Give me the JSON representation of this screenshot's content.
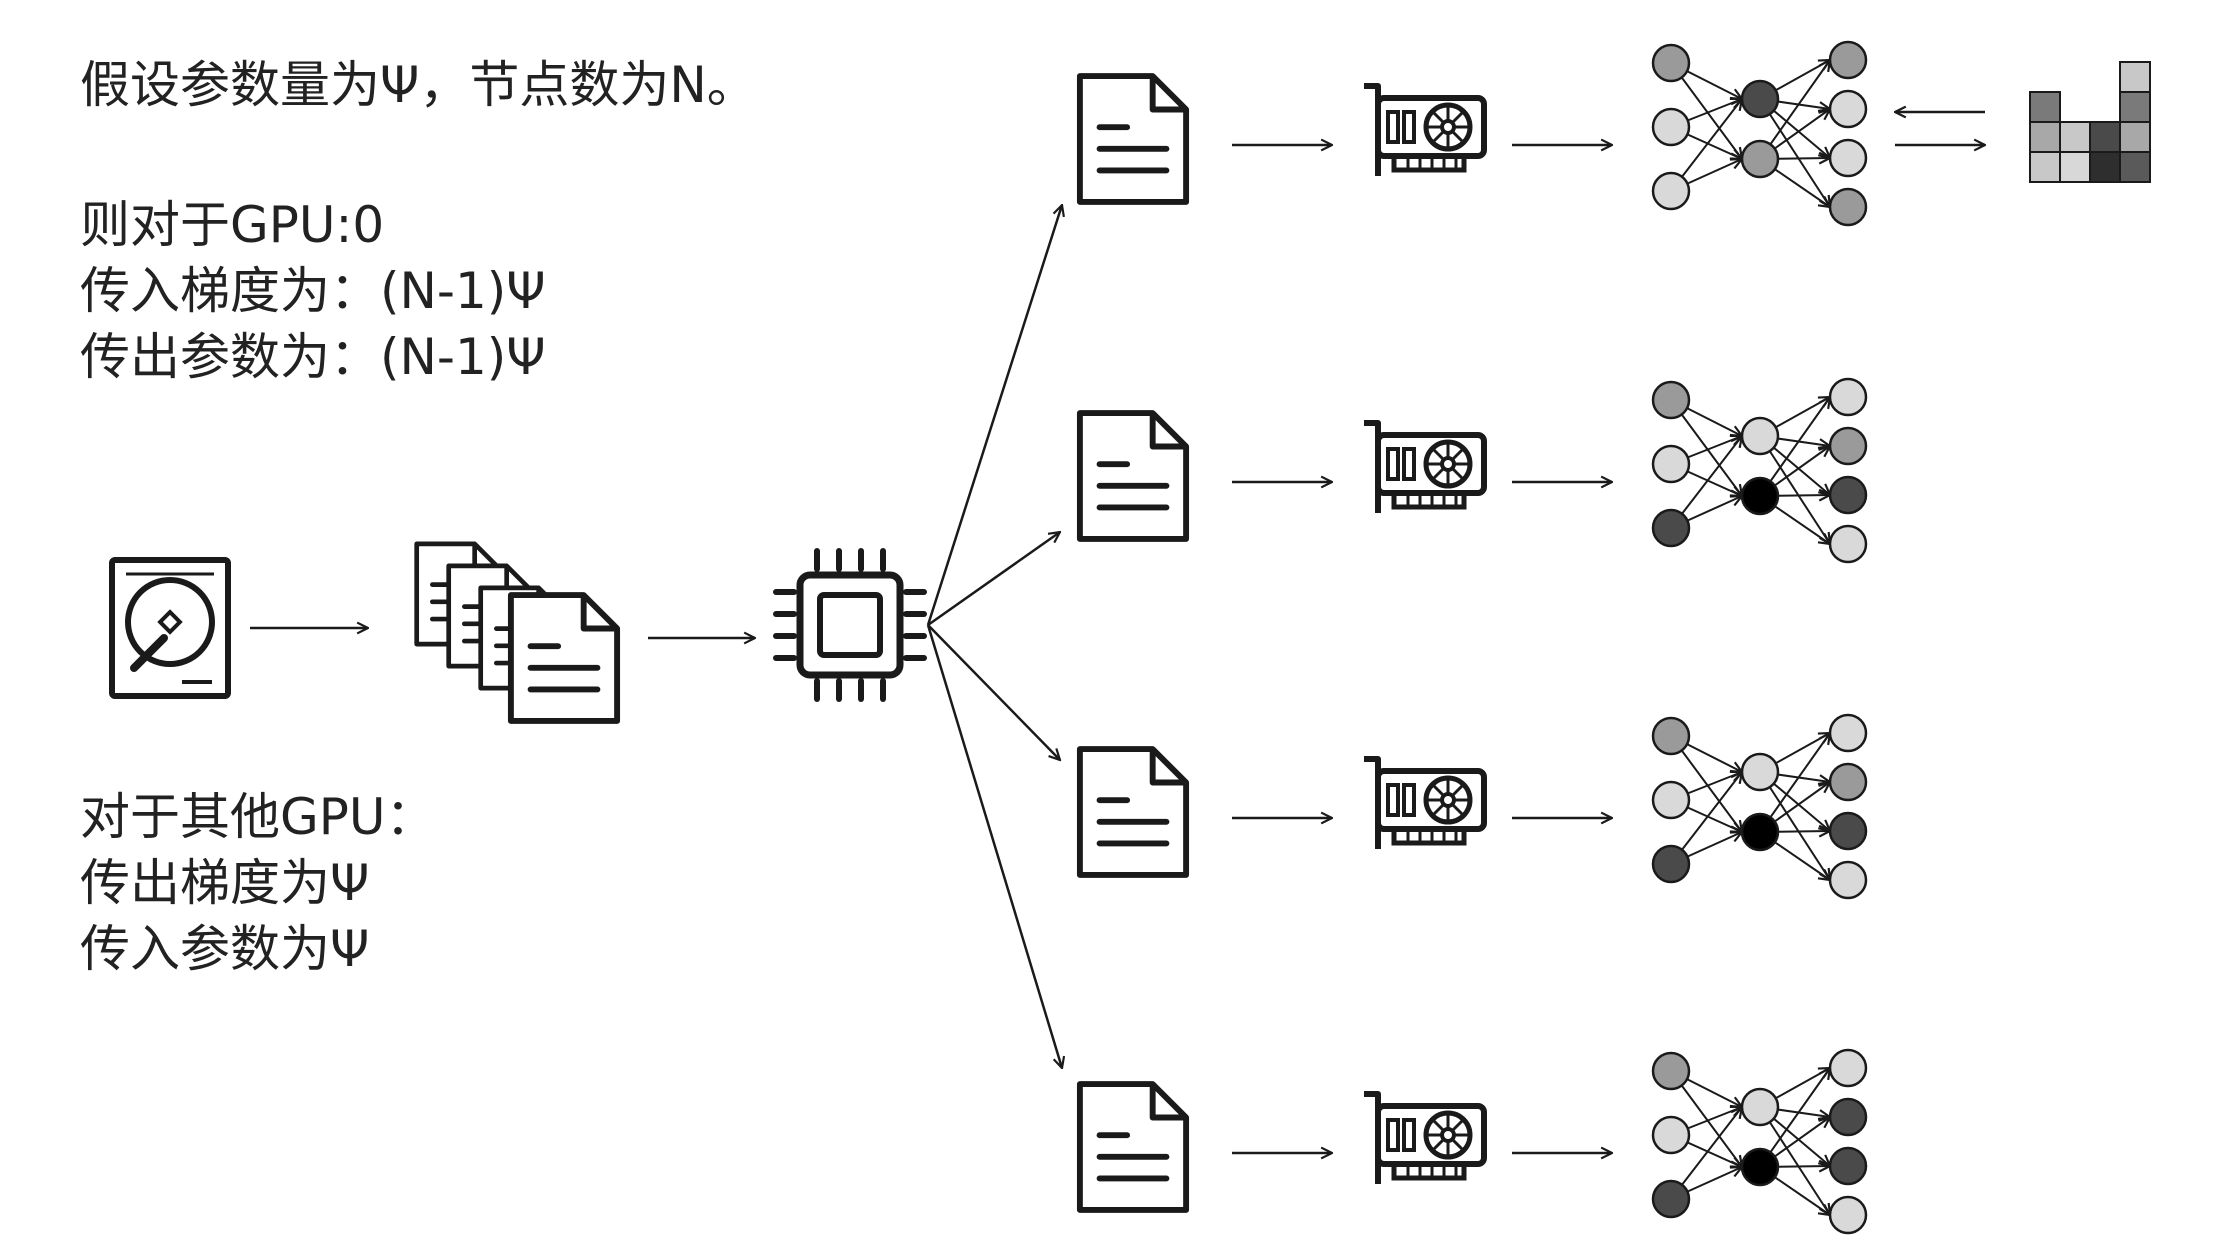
{
  "text_top": {
    "line1": "假设参数量为Ψ，节点数为N。",
    "line2": "则对于GPU:0",
    "line3": "传入梯度为：(N-1)Ψ",
    "line4": "传出参数为：(N-1)Ψ"
  },
  "text_bottom": {
    "line1": "对于其他GPU：",
    "line2": "传出梯度为Ψ",
    "line3": "传入参数为Ψ"
  },
  "icons": {
    "storage": "hard-drive-icon",
    "batches": "document-stack-icon",
    "host": "cpu-chip-icon",
    "shard": "document-icon",
    "device": "gpu-card-icon",
    "model": "neural-network-icon",
    "aggregate": "bar-blocks-icon"
  },
  "colors": {
    "stroke": "#1a1a1a",
    "node_light": "#d9d9d9",
    "node_mid": "#9a9a9a",
    "node_dark": "#4a4a4a",
    "node_black": "#000000"
  },
  "gpu_rows": [
    {
      "in_nodes": [
        "mid",
        "light",
        "light"
      ],
      "hidden": [
        "dark",
        "mid"
      ],
      "out_nodes": [
        "mid",
        "light",
        "light",
        "mid"
      ]
    },
    {
      "in_nodes": [
        "mid",
        "light",
        "dark"
      ],
      "hidden": [
        "light",
        "black"
      ],
      "out_nodes": [
        "light",
        "mid",
        "dark",
        "light"
      ]
    },
    {
      "in_nodes": [
        "mid",
        "light",
        "dark"
      ],
      "hidden": [
        "light",
        "black"
      ],
      "out_nodes": [
        "light",
        "mid",
        "dark",
        "light"
      ]
    },
    {
      "in_nodes": [
        "mid",
        "light",
        "dark"
      ],
      "hidden": [
        "light",
        "black"
      ],
      "out_nodes": [
        "light",
        "dark",
        "dark",
        "light"
      ]
    }
  ]
}
